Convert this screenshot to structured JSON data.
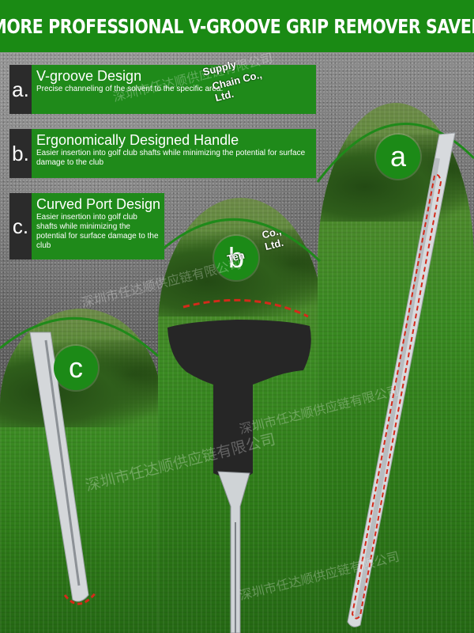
{
  "banner": {
    "title": "MORE PROFESSIONAL V-GROOVE GRIP REMOVER SAVER"
  },
  "callouts": [
    {
      "letter": "a.",
      "title": "V-groove Design",
      "description": "Precise channeling of the solvent to the specific area."
    },
    {
      "letter": "b.",
      "title": "Ergonomically Designed Handle",
      "description": "Easier insertion into golf club shafts while minimizing the potential for surface damage to the club"
    },
    {
      "letter": "c.",
      "title": "Curved Port Design",
      "description": "Easier insertion into golf club shafts while minimizing the potential for surface damage to the club"
    }
  ],
  "badges": {
    "a": "a",
    "b": "b",
    "c": "c"
  },
  "watermarks": {
    "company_cn": "深圳市任达顺供应链有限公司",
    "supply": "Supply",
    "chain": "Chain Co.,",
    "ltd": "Ltd.",
    "co": "Co.,",
    "ten": "Ten"
  },
  "colors": {
    "banner_green": "#1a8a14",
    "callout_green": "#1f8a1a",
    "letter_box": "#2b2b2b",
    "accent_red": "#d42a1a"
  }
}
